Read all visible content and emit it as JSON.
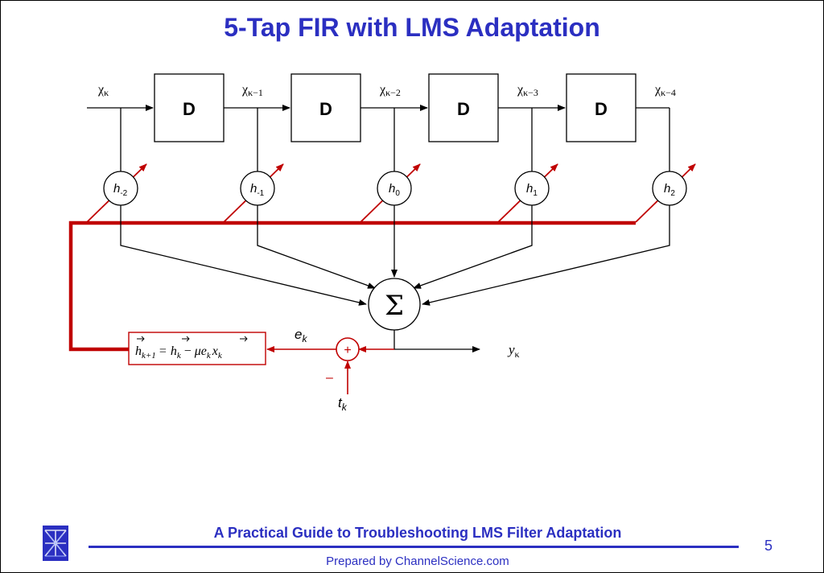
{
  "title": "5-Tap FIR with LMS Adaptation",
  "delay_label": "D",
  "inputs": [
    {
      "base": "χ",
      "sub": "κ"
    },
    {
      "base": "χ",
      "sub": "κ−1"
    },
    {
      "base": "χ",
      "sub": "κ−2"
    },
    {
      "base": "χ",
      "sub": "κ−3"
    },
    {
      "base": "χ",
      "sub": "κ−4"
    }
  ],
  "taps": [
    {
      "base": "h",
      "sub": "-2"
    },
    {
      "base": "h",
      "sub": "-1"
    },
    {
      "base": "h",
      "sub": "0"
    },
    {
      "base": "h",
      "sub": "1"
    },
    {
      "base": "h",
      "sub": "2"
    }
  ],
  "summer_symbol": "Σ",
  "adder_symbol": "+",
  "minus_sign": "–",
  "error": {
    "base": "e",
    "sub": "k"
  },
  "output": {
    "base": "y",
    "sub": "κ"
  },
  "target": {
    "base": "t",
    "sub": "k"
  },
  "update_equation": {
    "h_next": "h",
    "h_next_sub": "k+1",
    "equals": "=",
    "h_curr": "h",
    "h_curr_sub": "k",
    "minus": "−",
    "mu": "μ",
    "e": "e",
    "e_sub": "k",
    "x": "x",
    "x_sub": "k"
  },
  "footer": {
    "title": "A Practical Guide to Troubleshooting LMS Filter Adaptation",
    "prepared_by": "Prepared by ChannelScience.com",
    "page_number": "5"
  },
  "colors": {
    "title_blue": "#2b2fc1",
    "feedback_red": "#c00000",
    "line_black": "#000000"
  }
}
